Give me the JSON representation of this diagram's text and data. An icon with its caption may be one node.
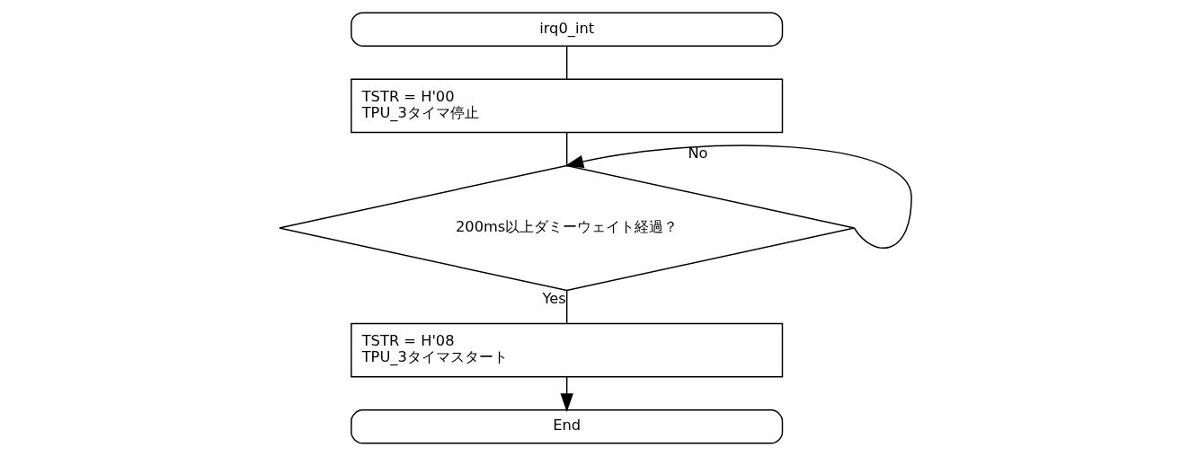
{
  "diagram": {
    "nodes": [
      {
        "text": [
          "irq0_int"
        ]
      },
      {
        "text": [
          "TSTR = H'00",
          "TPU_3タイマ停止"
        ]
      },
      {
        "text": [
          "200ms以上ダミーウェイト経過？"
        ]
      },
      {
        "text": [
          "TSTR = H'08",
          "TPU_3タイマスタート"
        ]
      },
      {
        "text": [
          "End"
        ]
      }
    ],
    "edges": [
      {
        "from": 0,
        "to": 1,
        "arrow": "none"
      },
      {
        "from": 1,
        "to": 2,
        "arrow": "none"
      },
      {
        "from": 2,
        "to": 2,
        "arrow": "to",
        "label": "No"
      },
      {
        "from": 2,
        "to": 3,
        "arrow": "none",
        "label": "Yes"
      },
      {
        "from": 3,
        "to": 4,
        "arrow": "to"
      }
    ]
  }
}
